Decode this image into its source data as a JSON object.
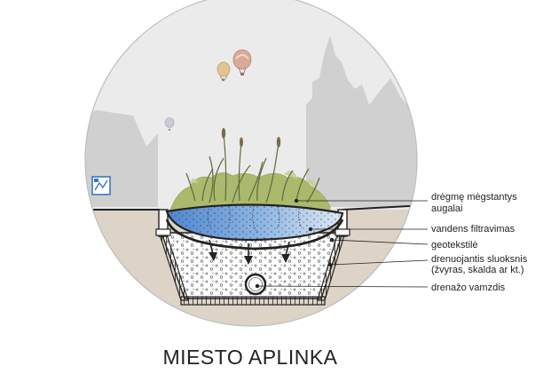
{
  "title": "MIESTO APLINKA",
  "labels": [
    {
      "id": "plants",
      "lines": [
        "drėgmę mėgstantys",
        "augalai"
      ]
    },
    {
      "id": "filtration",
      "lines": [
        "vandens filtravimas"
      ]
    },
    {
      "id": "geotextile",
      "lines": [
        "geotekstilė"
      ]
    },
    {
      "id": "drainage_layer",
      "lines": [
        "drenuojantis sluoksnis",
        "(žvyras, skalda ar kt.)"
      ]
    },
    {
      "id": "pipe",
      "lines": [
        "drenažo vamzdis"
      ]
    }
  ],
  "colors": {
    "sky": "#e8e8e8",
    "buildings": "#d2d2d2",
    "soil": "#d9cfc3",
    "water": "#6f9fd8",
    "vegetation": "#a9b868",
    "outline": "#222222",
    "balloon": "#d8a999"
  },
  "icons": [
    "hot-air-balloon-icon",
    "map-sign-icon"
  ]
}
